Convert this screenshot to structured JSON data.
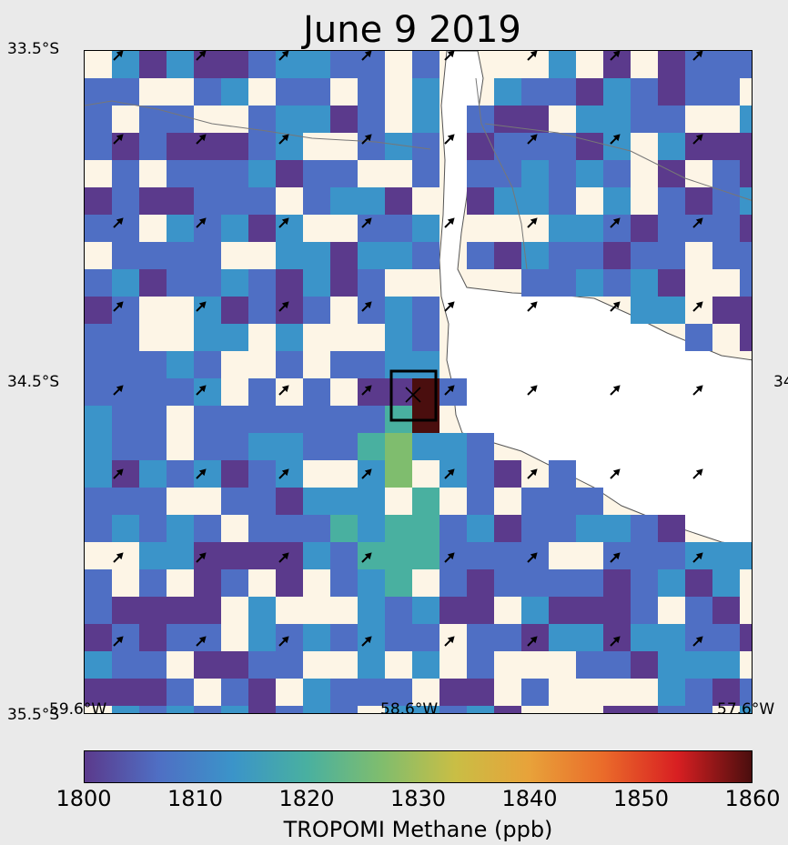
{
  "title": "June 9 2019",
  "lat_labels": {
    "top": "33.5°S",
    "middle": "34.5°S",
    "bottom": "35.5°S",
    "middle_right": "34"
  },
  "lon_labels": {
    "left": "59.6°W",
    "center": "58.6°W",
    "right": "57.6°W"
  },
  "colorbar": {
    "label": "TROPOMI Methane (ppb)",
    "ticks": [
      "1800",
      "1810",
      "1820",
      "1830",
      "1840",
      "1850",
      "1860"
    ],
    "min": 1800,
    "max": 1860
  },
  "colors": {
    "land": "#fdf5e6",
    "water": "#ffffff",
    "marker_box": "#000000"
  },
  "colormap_stops": [
    "#5b3a8c",
    "#4f6fc4",
    "#3b94c9",
    "#49b0a0",
    "#7fbd6e",
    "#c9be45",
    "#e8a23a",
    "#ea6b2a",
    "#d81f22",
    "#4a0e0e"
  ],
  "icons": {
    "source_marker": "x-mark-icon",
    "wind_arrow": "wind-arrow-icon"
  },
  "wind_direction_deg": 225
}
